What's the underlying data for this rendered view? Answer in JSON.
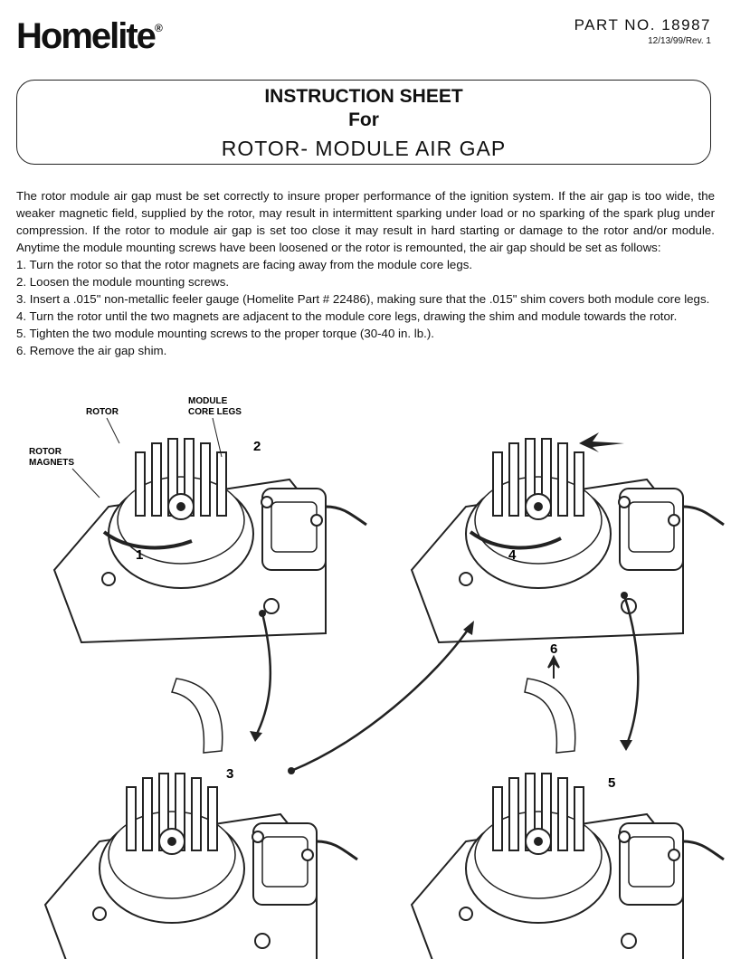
{
  "header": {
    "brand": "Homelite",
    "registered": "®",
    "part_no": "PART NO. 18987",
    "revision": "12/13/99/Rev. 1"
  },
  "title": {
    "line1": "INSTRUCTION SHEET",
    "line2": "For",
    "line3": "ROTOR- MODULE AIR GAP"
  },
  "intro": "The rotor module air gap must be set correctly to insure proper performance of the ignition system. If the air gap is too wide, the weaker magnetic field, supplied by the rotor, may result in intermittent sparking under load or no sparking of the spark plug under compression. If the rotor to module air gap is set too close it may result in hard starting or damage to the rotor and/or module. Anytime the module mounting screws have been loosened or the rotor is remounted, the air gap should be set as follows:",
  "steps": [
    "1. Turn the rotor so that the rotor magnets are facing away from the module core legs.",
    "2. Loosen the module mounting screws.",
    "3. Insert a .015\" non-metallic feeler gauge (Homelite Part # 22486), making sure that the .015\" shim covers both module core legs.",
    "4. Turn the rotor until the two magnets are adjacent to the module core legs, drawing the shim and module towards the rotor.",
    "5. Tighten the two module mounting screws to the proper torque (30-40 in. lb.).",
    "6. Remove the air gap shim."
  ],
  "diagram": {
    "label_rotor": "ROTOR",
    "label_module_1": "MODULE",
    "label_module_2": "CORE LEGS",
    "label_magnets_1": "ROTOR",
    "label_magnets_2": "MAGNETS",
    "step1": "1",
    "step2": "2",
    "step3": "3",
    "step4": "4",
    "step5": "5",
    "step6": "6"
  }
}
